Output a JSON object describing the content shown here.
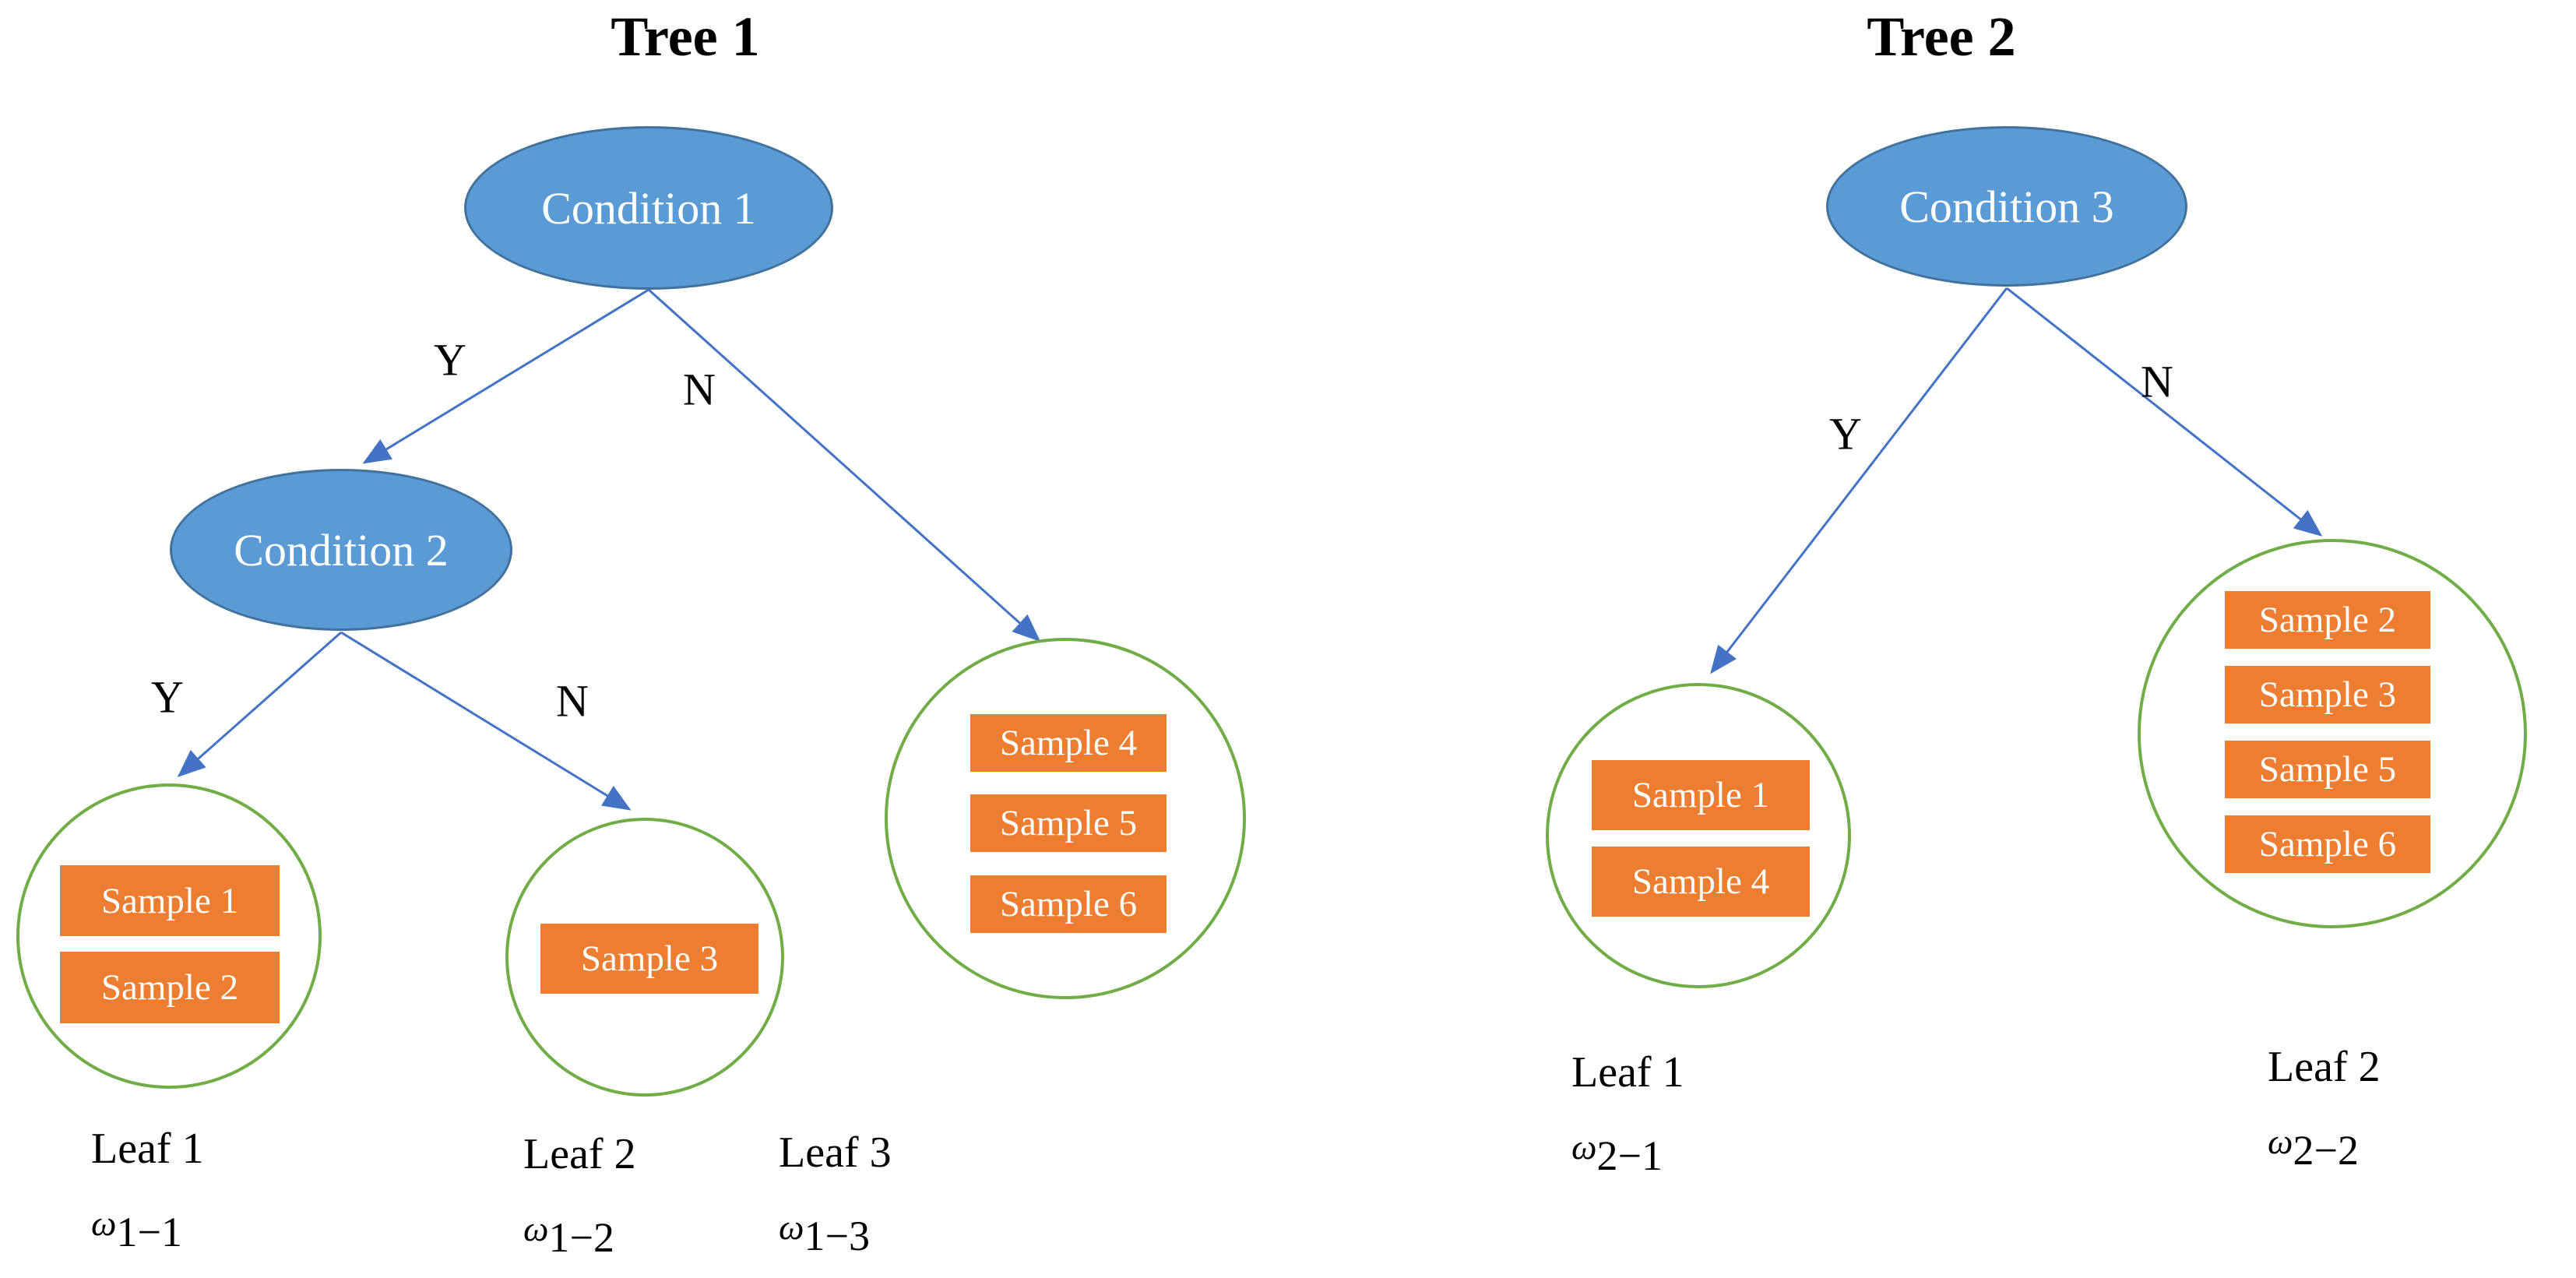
{
  "figure": {
    "type": "decision-tree-diagram",
    "trees": [
      {
        "title": "Tree 1",
        "conditions": [
          {
            "label": "Condition 1"
          },
          {
            "label": "Condition 2"
          }
        ],
        "branches": [
          {
            "from": "Condition 1",
            "answer": "Y",
            "to": "Condition 2"
          },
          {
            "from": "Condition 1",
            "answer": "N",
            "to": "Leaf 3"
          },
          {
            "from": "Condition 2",
            "answer": "Y",
            "to": "Leaf 1"
          },
          {
            "from": "Condition 2",
            "answer": "N",
            "to": "Leaf 2"
          }
        ],
        "leaves": [
          {
            "name": "Leaf 1",
            "omega": {
              "symbol": "ω",
              "sub": "1−1"
            },
            "samples": [
              "Sample 1",
              "Sample 2"
            ]
          },
          {
            "name": "Leaf 2",
            "omega": {
              "symbol": "ω",
              "sub": "1−2"
            },
            "samples": [
              "Sample 3"
            ]
          },
          {
            "name": "Leaf 3",
            "omega": {
              "symbol": "ω",
              "sub": "1−3"
            },
            "samples": [
              "Sample 4",
              "Sample 5",
              "Sample 6"
            ]
          }
        ]
      },
      {
        "title": "Tree 2",
        "conditions": [
          {
            "label": "Condition 3"
          }
        ],
        "branches": [
          {
            "from": "Condition 3",
            "answer": "Y",
            "to": "Leaf 1"
          },
          {
            "from": "Condition 3",
            "answer": "N",
            "to": "Leaf 2"
          }
        ],
        "leaves": [
          {
            "name": "Leaf 1",
            "omega": {
              "symbol": "ω",
              "sub": "2−1"
            },
            "samples": [
              "Sample 1",
              "Sample 4"
            ]
          },
          {
            "name": "Leaf 2",
            "omega": {
              "symbol": "ω",
              "sub": "2−2"
            },
            "samples": [
              "Sample 2",
              "Sample 3",
              "Sample 5",
              "Sample 6"
            ]
          }
        ]
      }
    ]
  },
  "colors": {
    "condition_fill": "#5B9BD5",
    "condition_border": "#41719C",
    "leaf_circle_border": "#70AD47",
    "sample_fill": "#ED7D31",
    "arrow": "#4472C4",
    "condition_text": "#FFFFFF",
    "sample_text": "#FFFFFF",
    "label_text": "#000000",
    "background": "#FFFFFF"
  }
}
